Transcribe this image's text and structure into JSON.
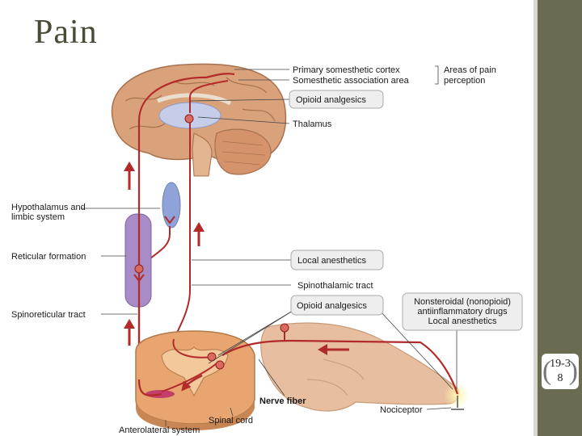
{
  "slide": {
    "title": "Pain",
    "page_number": "19-38"
  },
  "labels": {
    "primary_cortex": "Primary somesthetic cortex",
    "association_area": "Somesthetic association area",
    "areas_of_pain_1": "Areas of pain",
    "areas_of_pain_2": "perception",
    "opioid_top": "Opioid analgesics",
    "thalamus": "Thalamus",
    "hypothalamus_1": "Hypothalamus and",
    "hypothalamus_2": "limbic system",
    "reticular": "Reticular formation",
    "local_anesthetics": "Local anesthetics",
    "spinothalamic": "Spinothalamic tract",
    "spinoreticular": "Spinoreticular tract",
    "opioid_bottom": "Opioid analgesics",
    "nsaid_1": "Nonsteroidal (nonopioid)",
    "nsaid_2": "antiinflammatory drugs",
    "nsaid_3": "Local anesthetics",
    "nerve_fiber": "Nerve fiber",
    "nociceptor": "Nociceptor",
    "spinal_cord": "Spinal cord",
    "anterolateral": "Anterolateral system"
  },
  "colors": {
    "tract": "#b22a2a",
    "brain": "#d9a27a",
    "reticular": "#a98bc6",
    "hypothalamus": "#8fa3d8",
    "finger": "#e7bfa0",
    "sidebar": "#6b6b52"
  }
}
